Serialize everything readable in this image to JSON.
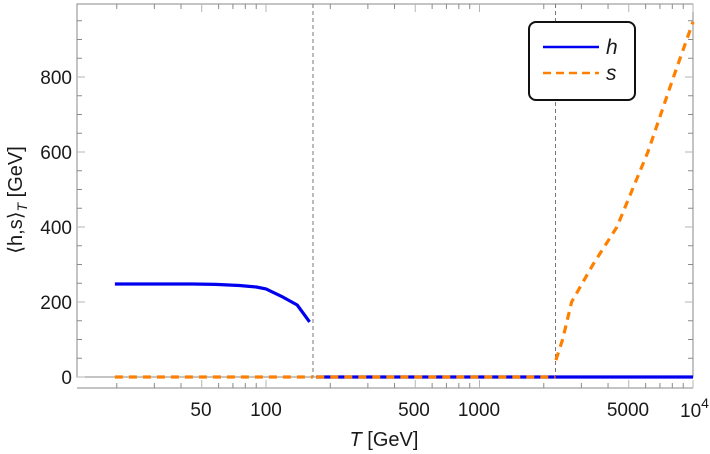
{
  "chart_data": {
    "type": "line",
    "title": "",
    "xlabel": "T [GeV]",
    "ylabel": "⟨h,s⟩_T [GeV]",
    "xscale": "log",
    "xlim": [
      13,
      10000
    ],
    "ylim": [
      -30,
      990
    ],
    "x_ticks": [
      {
        "value": 50,
        "label": "50"
      },
      {
        "value": 100,
        "label": "100"
      },
      {
        "value": 500,
        "label": "500"
      },
      {
        "value": 1000,
        "label": "1000"
      },
      {
        "value": 5000,
        "label": "5000"
      },
      {
        "value": 10000,
        "label": "10^4"
      }
    ],
    "y_ticks": [
      0,
      200,
      400,
      600,
      800
    ],
    "grid": false,
    "legend_position": "top-right",
    "vertical_lines": [
      {
        "x": 166,
        "style": "dashed",
        "color": "#777777"
      },
      {
        "x": 2270,
        "style": "dashed",
        "color": "#777777"
      }
    ],
    "series": [
      {
        "name": "h",
        "color": "#0000ee",
        "style": "solid",
        "segments": [
          {
            "x": [
              19.6,
              30,
              45,
              58,
              75,
              90,
              100,
              120,
              140,
              160
            ],
            "y": [
              248,
              248,
              248,
              247,
              244,
              240,
              235,
              213,
              192,
              147
            ]
          },
          {
            "x": [
              172,
              500,
              1000,
              2270,
              5000,
              10000
            ],
            "y": [
              0,
              0,
              0,
              0,
              0,
              0
            ]
          }
        ]
      },
      {
        "name": "s",
        "color": "#ff8000",
        "style": "dashed",
        "segments": [
          {
            "x": [
              19.6,
              50,
              100,
              166
            ],
            "y": [
              0,
              0,
              0,
              0
            ]
          },
          {
            "x": [
              172,
              500,
              1000,
              2270
            ],
            "y": [
              0,
              0,
              0,
              0
            ]
          },
          {
            "x": [
              2280,
              2450,
              2700,
              3400,
              4400,
              6150,
              8100,
              10000
            ],
            "y": [
              45,
              100,
              200,
              300,
              400,
              600,
              800,
              947
            ]
          }
        ]
      }
    ]
  },
  "legend": {
    "items": [
      {
        "label": "h",
        "color": "#0000ee",
        "style": "solid"
      },
      {
        "label": "s",
        "color": "#ff8000",
        "style": "dashed"
      }
    ]
  },
  "axes": {
    "x_label_italic": "T",
    "x_label_rest": " [GeV]",
    "y_label_prefix": "⟨h,s⟩",
    "y_label_sub": "T",
    "y_label_rest": " [GeV]",
    "x_tick_labels": [
      "50",
      "100",
      "500",
      "1000",
      "5000"
    ],
    "x_tick_last_base": "10",
    "x_tick_last_exp": "4",
    "y_tick_labels": [
      "0",
      "200",
      "400",
      "600",
      "800"
    ]
  }
}
